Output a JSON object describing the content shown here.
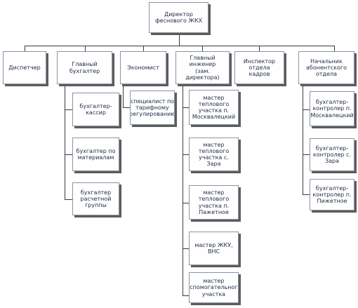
{
  "diagram": {
    "root": "Директор\nфеснового ЖКХ",
    "branches": {
      "dispatcher": "Диспетчер",
      "accountant": "Главный бухгалтер",
      "economist": "Экономист",
      "engineer": "Главный инженер\n(зам. директора)",
      "inspector": "Инспектор отдела\nкадров",
      "manager": "Начальник\nабонентского\nотдела"
    },
    "accountant_children": [
      "бухгалтер-кассир",
      "бухгалтер по\nматериалам",
      "бухгалтер\nрасчетной группы"
    ],
    "economist_children": [
      "специалист по\nтарифному\nрегулированию"
    ],
    "engineer_children": [
      "мастер теплового\nучастка п.\nМосквалецкий",
      "мастер теплового\nучастка с. Зара",
      "мастер теплового\nучастка п. Пажетное",
      "мастер ЖКУ, ВНС",
      "мастер\nвспомогательного\nучастка"
    ],
    "manager_children": [
      "бухгалтер-\nконтролер п.\nМосквалецкий",
      "бухгалтер-\nконтролер с. Зара",
      "бухгалтер-\nконтролер п.\nПижетное"
    ]
  }
}
